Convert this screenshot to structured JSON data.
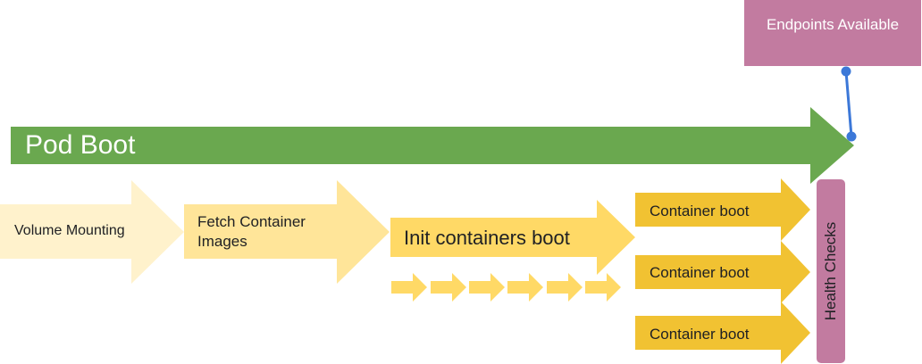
{
  "colors": {
    "pod_boot": "#6aa84f",
    "volume": "#fff2cc",
    "fetch": "#ffe599",
    "init": "#ffd966",
    "container": "#f1c232",
    "purple": "#c27ba0",
    "connector": "#3c78d8"
  },
  "pod_boot": {
    "label": "Pod Boot"
  },
  "stages": {
    "volume_mounting": "Volume Mounting",
    "fetch_images": "Fetch Container Images",
    "init_containers": "Init containers boot"
  },
  "init_chain_count": 6,
  "containers": [
    "Container boot",
    "Container boot",
    "Container boot"
  ],
  "health_checks": {
    "label": "Health Checks"
  },
  "endpoints": {
    "label": "Endpoints Available"
  }
}
